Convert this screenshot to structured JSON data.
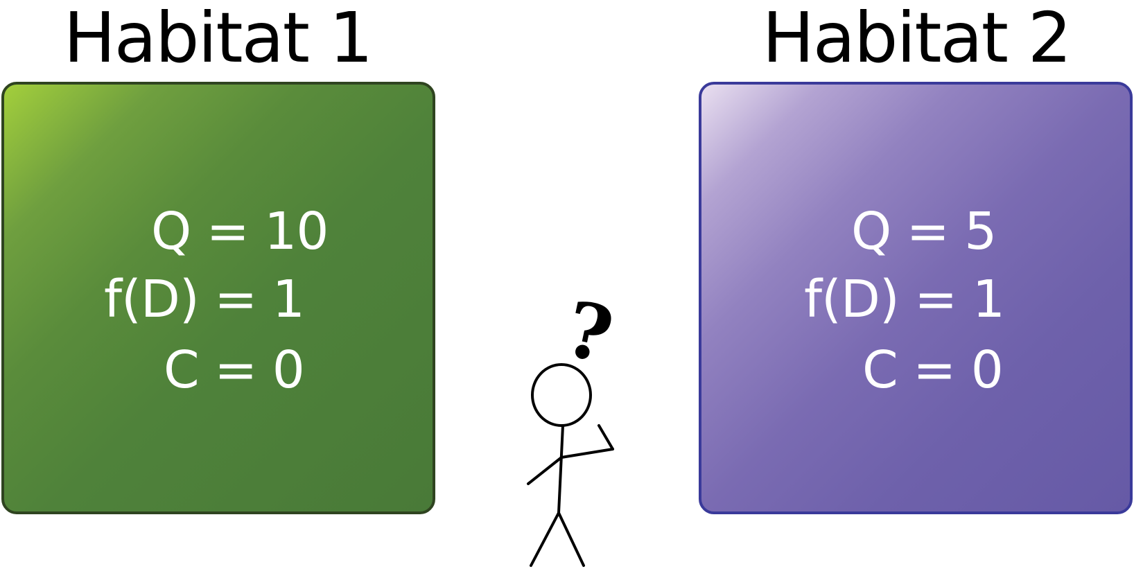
{
  "habitats": [
    {
      "title": "Habitat 1",
      "q_line": "Q = 10",
      "fd_line": "f(D) = 1",
      "c_line": "C = 0",
      "color": "#5a8c3b"
    },
    {
      "title": "Habitat 2",
      "q_line": "Q = 5",
      "fd_line": "f(D) = 1",
      "c_line": "C = 0",
      "color": "#7a6bb2"
    }
  ],
  "figure": {
    "thought_symbol": "?",
    "icon": "stick-figure-icon"
  }
}
